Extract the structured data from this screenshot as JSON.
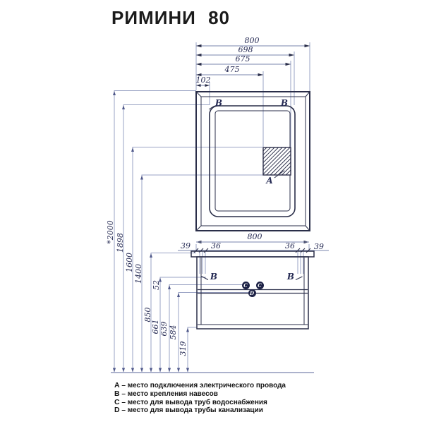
{
  "title": "РИМИНИ 80",
  "colors": {
    "outline_dark": "#2a2e49",
    "dimension_line": "#7a84ad",
    "extension_line": "#9aa3c4",
    "dimension_text": "#272c55",
    "pin_fill": "#1c2145"
  },
  "dims": {
    "top": [
      "800",
      "698",
      "675",
      "475",
      "102"
    ],
    "vanity_width": "800",
    "vanity_offsets": [
      "39",
      "36",
      "36",
      "39"
    ],
    "heights": [
      "*2000",
      "1898",
      "1600",
      "1400",
      "850",
      "52",
      "661",
      "639",
      "584",
      "319"
    ]
  },
  "markers": {
    "a": "A",
    "b": "B",
    "c": "C",
    "d": "D"
  },
  "legend": [
    {
      "letter": "A",
      "text": "– место подключения электрического провода"
    },
    {
      "letter": "B",
      "text": "– место крепления навесов"
    },
    {
      "letter": "C",
      "text": "– место для вывода труб водоснабжения"
    },
    {
      "letter": "D",
      "text": "– место для вывода трубы канализации"
    }
  ]
}
